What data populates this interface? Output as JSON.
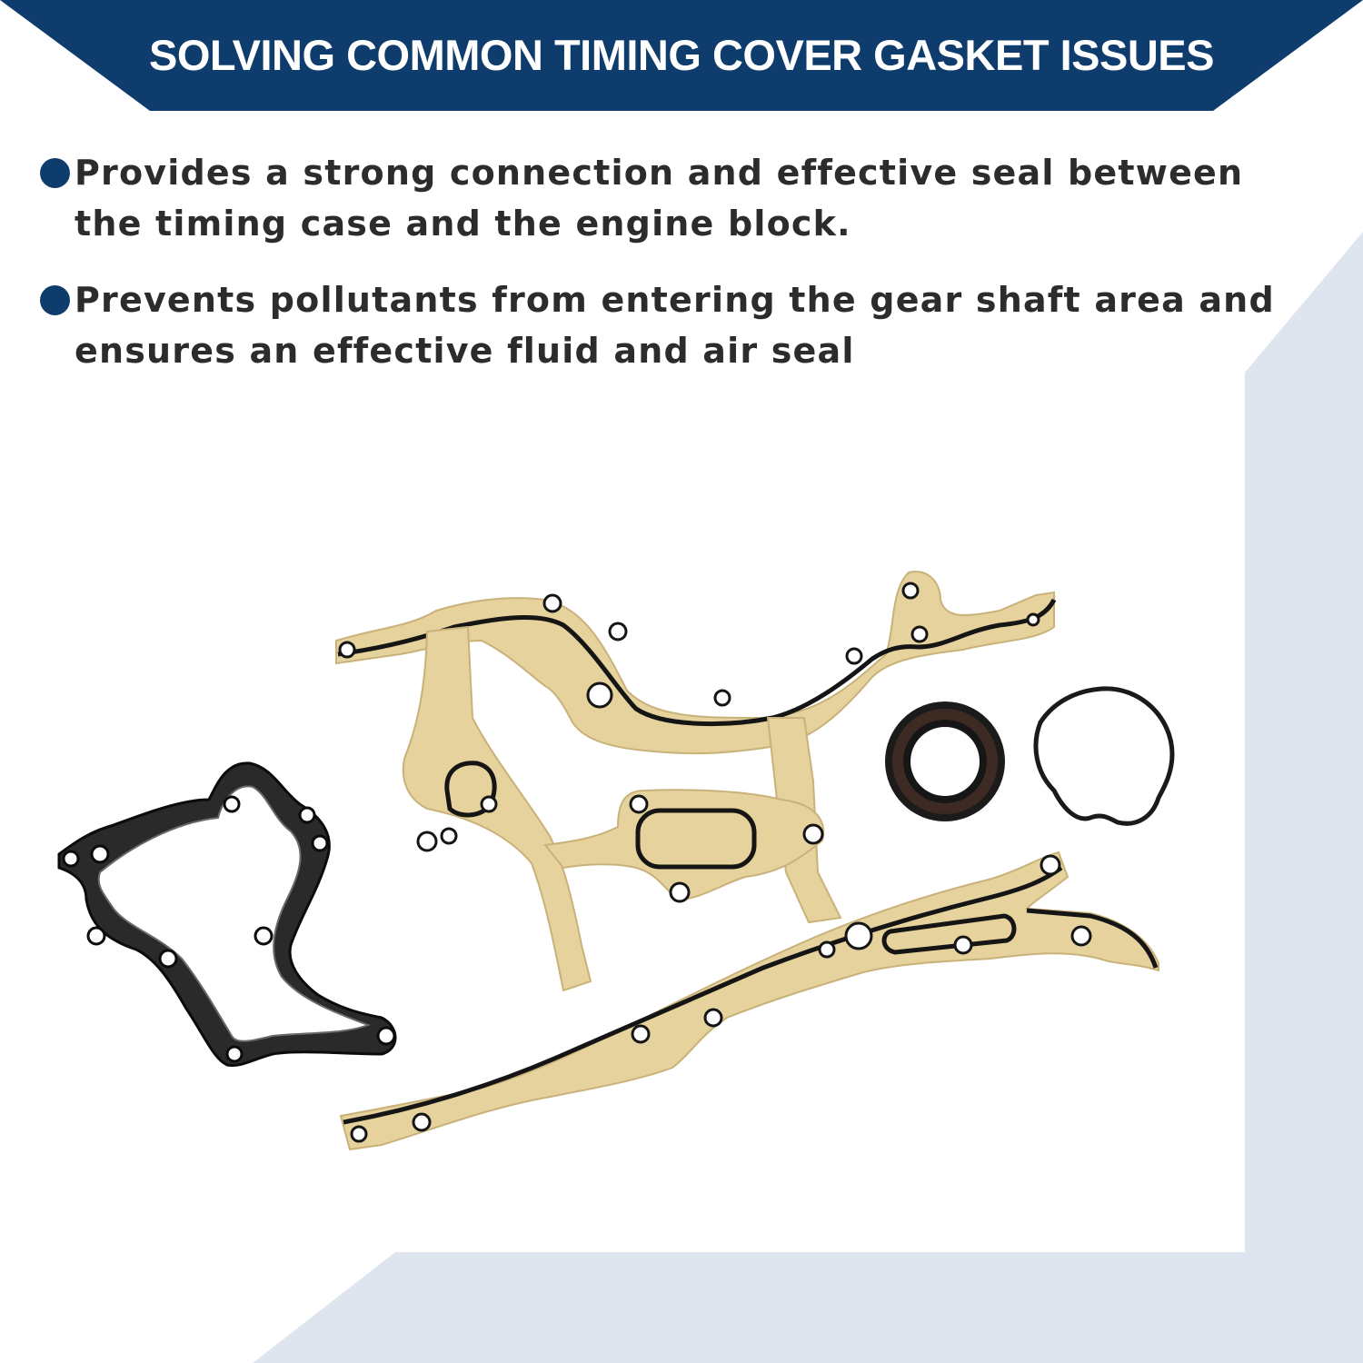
{
  "header": {
    "title": "SOLVING COMMON TIMING COVER GASKET ISSUES"
  },
  "bullets": [
    {
      "text": "Provides a strong connection and effective seal between the timing case and the engine block."
    },
    {
      "text": "Prevents pollutants from entering the gear shaft area and ensures an effective fluid and air seal"
    }
  ],
  "colors": {
    "banner": "#0e3c6c",
    "accent_panel": "#dee5ef",
    "bullet": "#0e3c6c",
    "text": "#2c2c2c",
    "gasket_gold": "#e6d29c",
    "gasket_seal": "#151515"
  },
  "product_image": {
    "parts": [
      "front-cover-gasket",
      "water-pump-gasket",
      "crankshaft-oil-seal",
      "o-ring-seal"
    ]
  }
}
